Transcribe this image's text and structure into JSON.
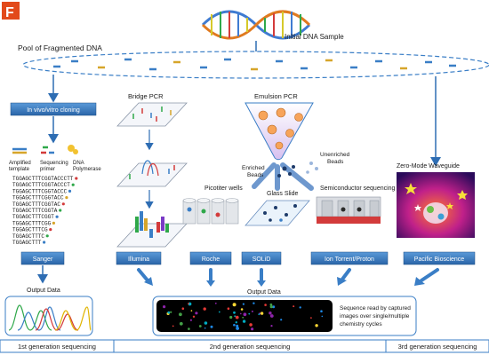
{
  "panel_letter": "F",
  "initial_sample": "Initial DNA Sample",
  "pool_label": "Pool of Fragmented DNA",
  "cloning_label": "In vivo/vitro cloning",
  "sanger": {
    "amplified_template": [
      "Amplified",
      "template"
    ],
    "sequencing_primer": [
      "Sequencing",
      "primer"
    ],
    "dna_polymerase": [
      "DNA",
      "Polymerase"
    ],
    "ladder": [
      "TGGAGCTTTCGGTACCCTT",
      "TGGAGCTTTCGGTACCCT",
      "TGGAGCTTTCGGTACCC",
      "TGGAGCTTTCGGTACC",
      "TGGAGCTTTCGGTAC",
      "TGGAGCTTTCGGTA",
      "TGGAGCTTTCGGT",
      "TGGAGCTTTCGG",
      "TGGAGCTTTCG",
      "TGGAGCTTTC",
      "TGGAGCTTT"
    ]
  },
  "bridge_pcr": "Bridge PCR",
  "emulsion_pcr": "Emulsion PCR",
  "enriched_beads": [
    "Enriched",
    "Beads"
  ],
  "unenriched_beads": [
    "Unenriched",
    "Beads"
  ],
  "picotiter_wells": "Picotiter wells",
  "glass_slide": "Glass Slide",
  "semiconductor": "Semiconductor sequencing",
  "zero_mode": "Zero-Mode Waveguide",
  "platforms": [
    "Sanger",
    "Illumina",
    "Roche",
    "SOLiD",
    "Ion Torrent/Proton",
    "Pacific Bioscience"
  ],
  "output_data_left": "Output Data",
  "output_data_mid": "Output Data",
  "sequence_note": [
    "Sequence read by captured",
    "images over single/multiple",
    "chemistry cycles"
  ],
  "generations": [
    "1st generation sequencing",
    "2nd generation sequencing",
    "3rd generation sequencing"
  ],
  "colors": {
    "accent_blue": "#3a7ec6",
    "box_blue": "#2f6fb5",
    "arrow": "#2e6db3",
    "letter_red": "#e24a1b",
    "beaker_fill": "#dcc6f0"
  }
}
